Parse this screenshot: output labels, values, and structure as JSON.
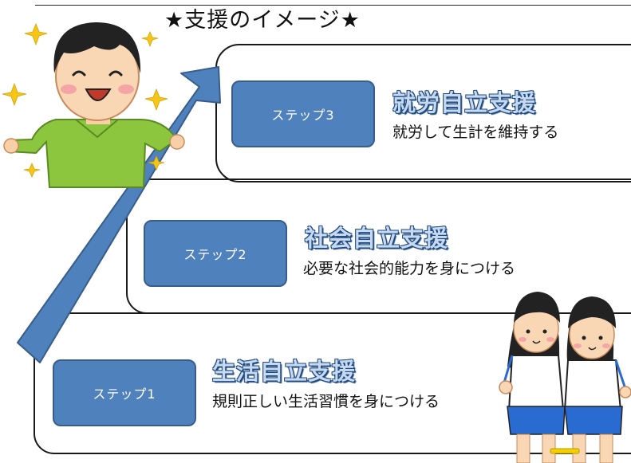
{
  "title": "★支援のイメージ★",
  "steps": [
    {
      "label": "ステップ1",
      "heading": "生活自立支援",
      "description": "規則正しい生活習慣を身につける"
    },
    {
      "label": "ステップ2",
      "heading": "社会自立支援",
      "description": "必要な社会的能力を身につける"
    },
    {
      "label": "ステップ3",
      "heading": "就労自立支援",
      "description": "就労して生計を維持する"
    }
  ],
  "colors": {
    "step_box": "#4f81bd",
    "step_box_border": "#385d8a",
    "heading_fill": "#c6d9f1",
    "heading_outline": "#1f497d",
    "arrow": "#4f81bd"
  },
  "icons": {
    "arrow": "arrow-up-right-icon",
    "happy_man": "happy-man-illustration",
    "children": "two-children-illustration"
  }
}
